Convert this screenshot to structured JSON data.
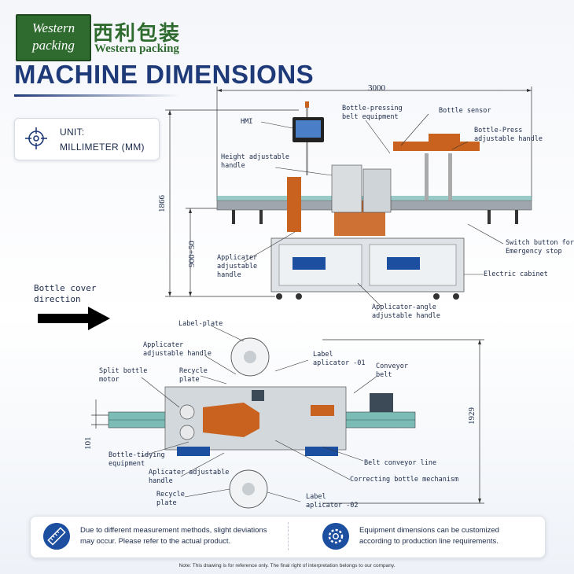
{
  "brand": {
    "logo_line1": "Western",
    "logo_line2": "packing",
    "name_cn": "西利包装",
    "name_en": "Western packing"
  },
  "title": "MACHINE DIMENSIONS",
  "unit": {
    "label": "UNIT:",
    "value": "MILLIMETER (MM)",
    "icon": "target-icon"
  },
  "front_view": {
    "width_dim": "3000",
    "height_dim": "1866",
    "table_height_dim": "900+50",
    "labels": {
      "hmi": "HMI",
      "bottle_pressing": "Bottle-pressing\nbelt equipment",
      "bottle_sensor": "Bottle sensor",
      "bottle_press_handle": "Bottle-Press\nadjustable handle",
      "height_handle": "Height adjustable\nhandle",
      "switch_button": "Switch button for\nEmergency stop",
      "applicator_handle": "Applicater\nadjustable\nhandle",
      "electric_cabinet": "Electric cabinet",
      "applicator_angle": "Applicator-angle\nadjustable handle"
    }
  },
  "direction": {
    "text": "Bottle cover\ndirection",
    "icon": "arrow-right-icon"
  },
  "top_view": {
    "depth_dim": "1929",
    "small_dim": "101",
    "labels": {
      "label_plate": "Label-plate",
      "applicator_handle_top": "Applicater\nadjustable handle",
      "recycle_plate_top": "Recycle\nplate",
      "split_motor": "Split bottle\nmotor",
      "label_applicator_01": "Label\naplicator -01",
      "conveyor_belt": "Conveyor\nbelt",
      "bottle_tidying": "Bottle-tidying\nequipment",
      "applicator_handle_bottom": "Aplicater adjustable\nhandle",
      "belt_conveyor_line": "Belt conveyor line",
      "correcting": "Correcting bottle mechanism",
      "recycle_plate_bottom": "Recycle\nplate",
      "label_applicator_02": "Label\naplicator -02"
    }
  },
  "footer": {
    "left_text": "Due to different measurement methods, slight deviations may occur. Please refer to the actual product.",
    "left_icon": "ruler-icon",
    "right_text": "Equipment dimensions can be customized according to production line requirements.",
    "right_icon": "gear-icon",
    "note": "Note: This drawing is for reference only. The final right of interpretation belongs to our company."
  },
  "colors": {
    "brand_green": "#2f6b2e",
    "title_blue": "#1f3a78",
    "accent_blue": "#1d4fa0",
    "machine_orange": "#c8621e"
  }
}
